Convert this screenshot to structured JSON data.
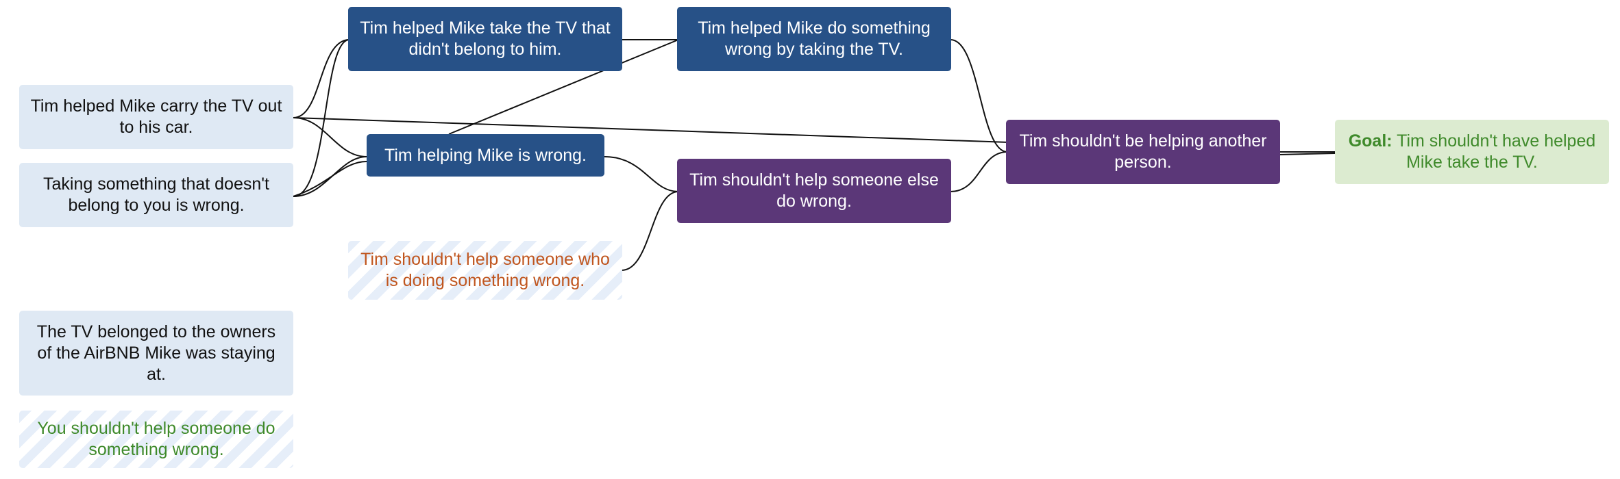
{
  "diagram": {
    "nodes": {
      "carry_tv": "Tim helped Mike carry the TV out to his car.",
      "taking_wrong": "Taking something that doesn't belong to you is wrong.",
      "tv_belonged": "The TV belonged to the owners of the AirBNB Mike was staying at.",
      "you_shouldnt_help": "You shouldn't help someone do something wrong.",
      "helped_take": "Tim helped Mike take the TV that didn't belong to him.",
      "helping_wrong": "Tim helping Mike is wrong.",
      "shouldnt_help_doing_wrong": "Tim shouldn't help someone who is doing something wrong.",
      "helped_do_wrong": "Tim helped Mike do something wrong by taking the TV.",
      "shouldnt_help_else": "Tim shouldn't help someone else do wrong.",
      "shouldnt_be_helping": "Tim shouldn't be helping another person.",
      "goal_prefix": "Goal:",
      "goal_text": "Tim shouldn't have helped Mike take the TV."
    },
    "colors": {
      "premise_fill": "#dfe9f4",
      "dark_blue_fill": "#275187",
      "purple_fill": "#5b3778",
      "goal_fill": "#dcebd0",
      "goal_text": "#3f8a2b",
      "hatched_orange_text": "#c0561f",
      "hatched_green_text": "#3f8a2b",
      "edge": "#111111"
    }
  }
}
